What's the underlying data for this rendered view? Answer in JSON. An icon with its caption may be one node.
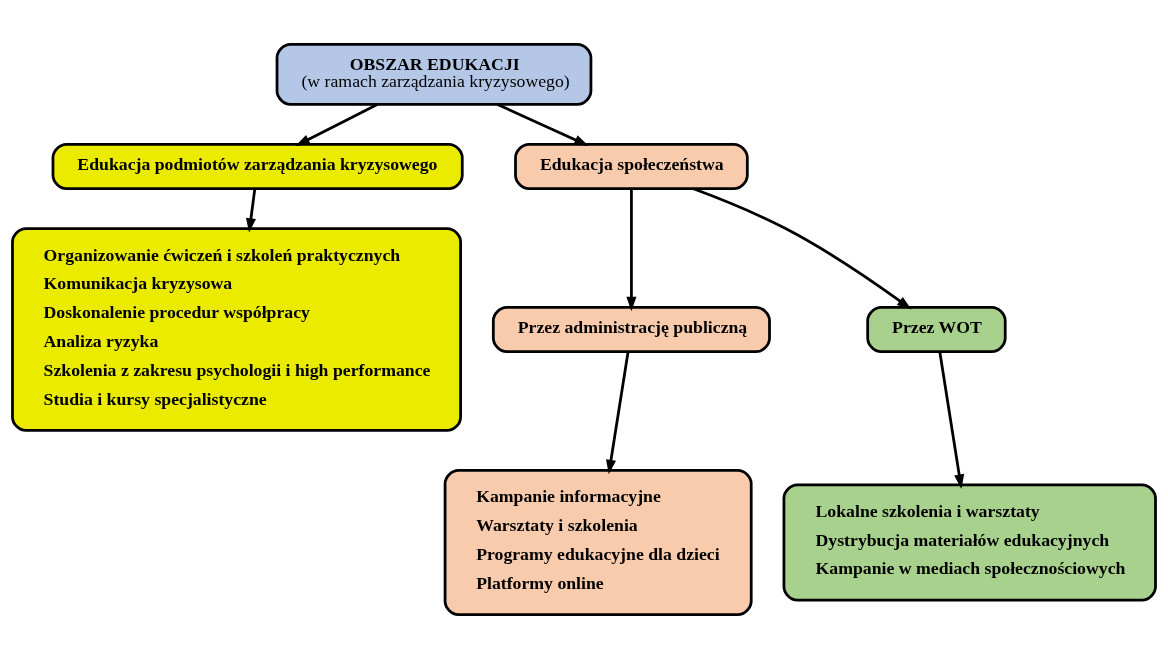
{
  "diagram": {
    "nodes": [
      {
        "text": [
          "OBSZAR EDUKACJI",
          "(w ramach zarządzania kryzysowego)"
        ]
      },
      {
        "text": [
          "Edukacja podmiotów zarządzania kryzysowego"
        ]
      },
      {
        "text": [
          "Edukacja społeczeństwa"
        ]
      },
      {
        "text": [
          "Organizowanie ćwiczeń i szkoleń praktycznych",
          "Komunikacja kryzysowa",
          "Doskonalenie procedur współpracy",
          "Analiza ryzyka",
          "Szkolenia z zakresu psychologii i high performance",
          "Studia i kursy specjalistyczne"
        ]
      },
      {
        "text": [
          "Przez administrację publiczną"
        ]
      },
      {
        "text": [
          "Przez WOT"
        ]
      },
      {
        "text": [
          "Kampanie informacyjne",
          "Warsztaty i szkolenia",
          "Programy edukacyjne dla dzieci",
          "Platformy online"
        ]
      },
      {
        "text": [
          "Lokalne szkolenia i warsztaty",
          "Dystrybucja materiałów edukacyjnych",
          "Kampanie w mediach społecznościowych"
        ]
      }
    ],
    "edges": [
      {
        "from": 0,
        "to": 1,
        "arrow": "to"
      },
      {
        "from": 0,
        "to": 2,
        "arrow": "to"
      },
      {
        "from": 1,
        "to": 3,
        "arrow": "to"
      },
      {
        "from": 2,
        "to": 4,
        "arrow": "to"
      },
      {
        "from": 2,
        "to": 5,
        "arrow": "to"
      },
      {
        "from": 4,
        "to": 6,
        "arrow": "to"
      },
      {
        "from": 5,
        "to": 7,
        "arrow": "to"
      }
    ]
  }
}
